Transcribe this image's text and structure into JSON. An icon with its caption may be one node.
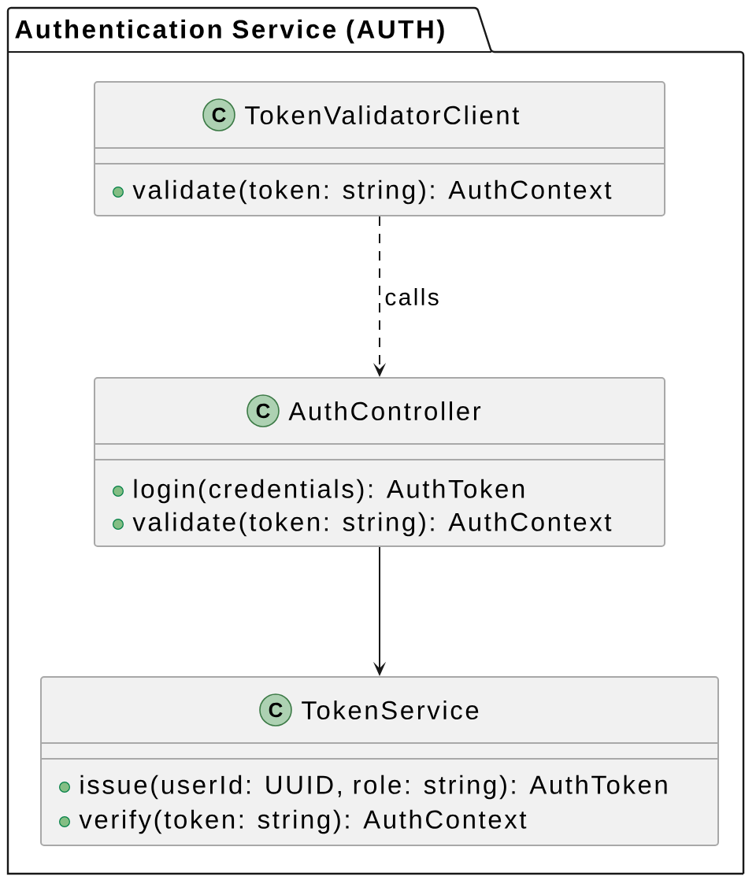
{
  "diagram": {
    "nodes": [
      {
        "text": [
          "Authentication Service (AUTH)"
        ]
      },
      {
        "text": [
          "C",
          "TokenValidatorClient",
          "validate(token: string): AuthContext"
        ],
        "in": 0
      },
      {
        "text": [
          "C",
          "AuthController",
          "login(credentials): AuthToken",
          "validate(token: string): AuthContext"
        ],
        "in": 0
      },
      {
        "text": [
          "C",
          "TokenService",
          "issue(userId: UUID, role: string): AuthToken",
          "verify(token: string): AuthContext"
        ],
        "in": 0
      }
    ],
    "edges": [
      {
        "from": 1,
        "to": 2,
        "arrow": "to",
        "style": "dashed",
        "label": "calls"
      },
      {
        "from": 2,
        "to": 3,
        "arrow": "to"
      }
    ]
  }
}
